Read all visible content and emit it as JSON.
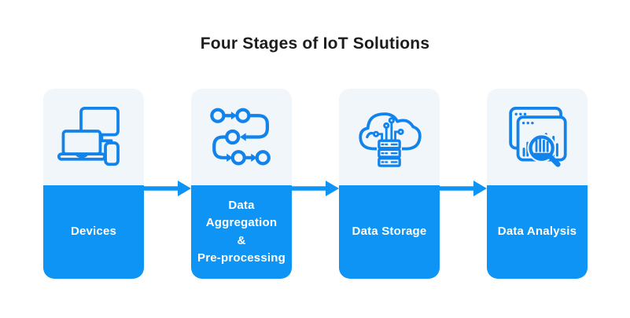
{
  "title": "Four Stages of IoT Solutions",
  "colors": {
    "stage_fill": "#0d94f4",
    "icon_stroke": "#1183eb",
    "icon_panel_fill": "#f1f6fb",
    "arrow": "#0d94f4",
    "title_text": "#1d1d1f",
    "label_text": "#ffffff",
    "background": "#ffffff"
  },
  "stages": [
    {
      "label": "Devices",
      "icon": "devices-icon"
    },
    {
      "label": "Data\nAggregation\n&\nPre-processing",
      "icon": "process-flow-icon"
    },
    {
      "label": "Data Storage",
      "icon": "cloud-server-icon"
    },
    {
      "label": "Data Analysis",
      "icon": "chart-magnifier-icon"
    }
  ],
  "connectors": [
    "arrow-right",
    "arrow-right",
    "arrow-right"
  ]
}
